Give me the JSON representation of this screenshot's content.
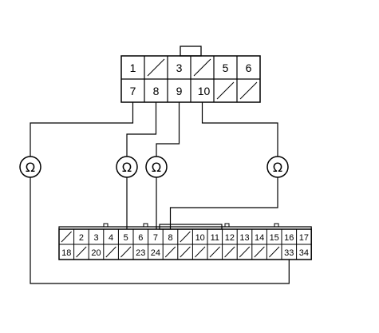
{
  "top_connector": {
    "row1": [
      "1",
      "",
      "3",
      "",
      "5",
      "6"
    ],
    "row2": [
      "7",
      "8",
      "9",
      "10",
      "",
      ""
    ]
  },
  "bottom_connector": {
    "row1": [
      "",
      "2",
      "3",
      "4",
      "5",
      "6",
      "7",
      "8",
      "",
      "10",
      "11",
      "12",
      "13",
      "14",
      "15",
      "16",
      "17"
    ],
    "row2": [
      "18",
      "",
      "20",
      "",
      "",
      "23",
      "24",
      "",
      "",
      "",
      "",
      "",
      "",
      "",
      "",
      "33",
      "34"
    ]
  },
  "meter_symbol": "Ω",
  "meters": [
    {
      "name": "ohmmeter-1",
      "from": "top 7",
      "to": "bottom 33"
    },
    {
      "name": "ohmmeter-2",
      "from": "top 8",
      "to": "bottom 5"
    },
    {
      "name": "ohmmeter-3",
      "from": "top 9",
      "to": "bottom 7"
    },
    {
      "name": "ohmmeter-4",
      "from": "top 10",
      "to": "bottom 8"
    }
  ]
}
